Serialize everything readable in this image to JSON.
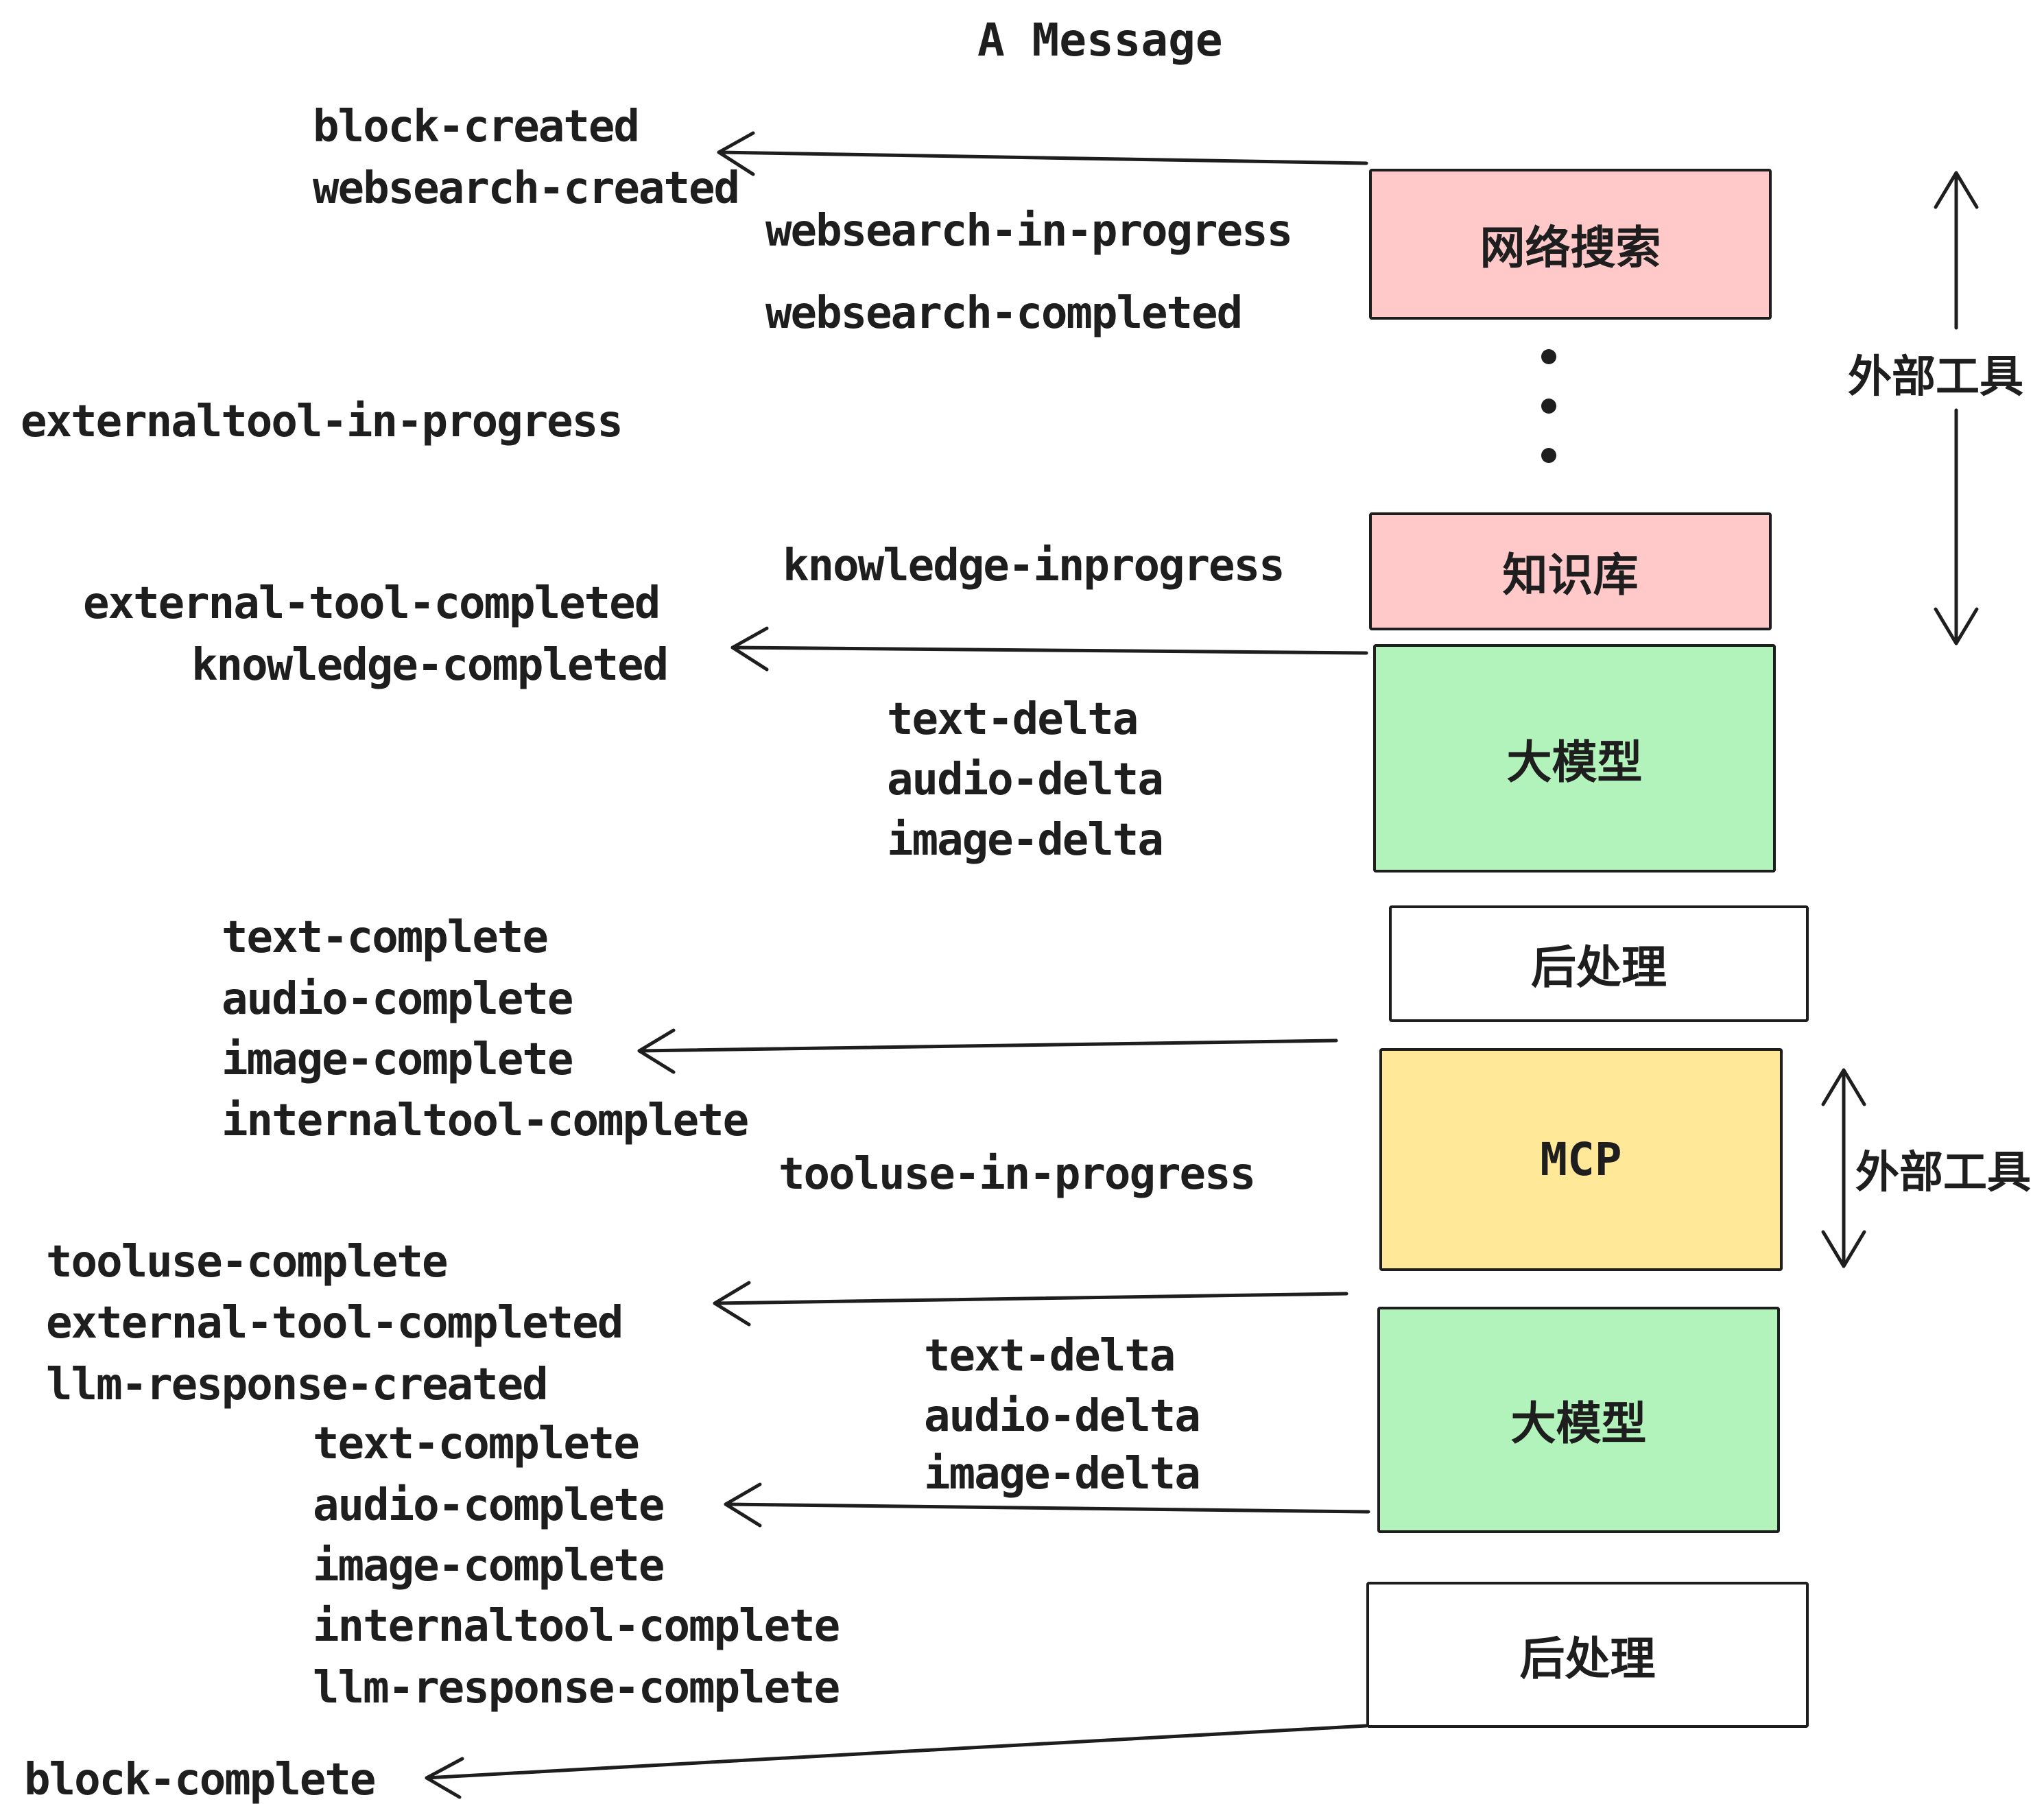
{
  "title": "A Message",
  "events": {
    "block_created": "block-created",
    "websearch_created": "websearch-created",
    "websearch_in_progress": "websearch-in-progress",
    "websearch_completed": "websearch-completed",
    "externaltool_in_progress": "externaltool-in-progress",
    "knowledge_inprogress": "knowledge-inprogress",
    "external_tool_completed": "external-tool-completed",
    "knowledge_completed": "knowledge-completed",
    "text_delta": "text-delta",
    "audio_delta": "audio-delta",
    "image_delta": "image-delta",
    "text_complete": "text-complete",
    "audio_complete": "audio-complete",
    "image_complete": "image-complete",
    "internaltool_complete": "internaltool-complete",
    "tooluse_in_progress": "tooluse-in-progress",
    "tooluse_complete": "tooluse-complete",
    "external_tool_completed_2": "external-tool-completed",
    "llm_response_created": "llm-response-created",
    "text_complete_2": "text-complete",
    "audio_complete_2": "audio-complete",
    "image_complete_2": "image-complete",
    "internaltool_complete_2": "internaltool-complete",
    "llm_response_complete": "llm-response-complete",
    "text_delta_2": "text-delta",
    "audio_delta_2": "audio-delta",
    "image_delta_2": "image-delta",
    "block_complete": "block-complete"
  },
  "boxes": {
    "websearch": {
      "label": "网络搜索",
      "fill": "#ffc9c9"
    },
    "knowledge": {
      "label": "知识库",
      "fill": "#ffc9c9"
    },
    "llm_top": {
      "label": "大模型",
      "fill": "#b2f2bb"
    },
    "post_top": {
      "label": "后处理",
      "fill": "#ffffff"
    },
    "mcp": {
      "label": "MCP",
      "fill": "#ffe999"
    },
    "llm_bottom": {
      "label": "大模型",
      "fill": "#b2f2bb"
    },
    "post_bottom": {
      "label": "后处理",
      "fill": "#ffffff"
    }
  },
  "annotations": {
    "external_tools_top": "外部工具",
    "external_tools_bottom": "外部工具"
  },
  "colors": {
    "stroke": "#1e1e1e",
    "text": "#1e1e1e",
    "pink": "#ffc9c9",
    "green": "#b2f2bb",
    "yellow": "#ffe999",
    "white": "#ffffff"
  }
}
